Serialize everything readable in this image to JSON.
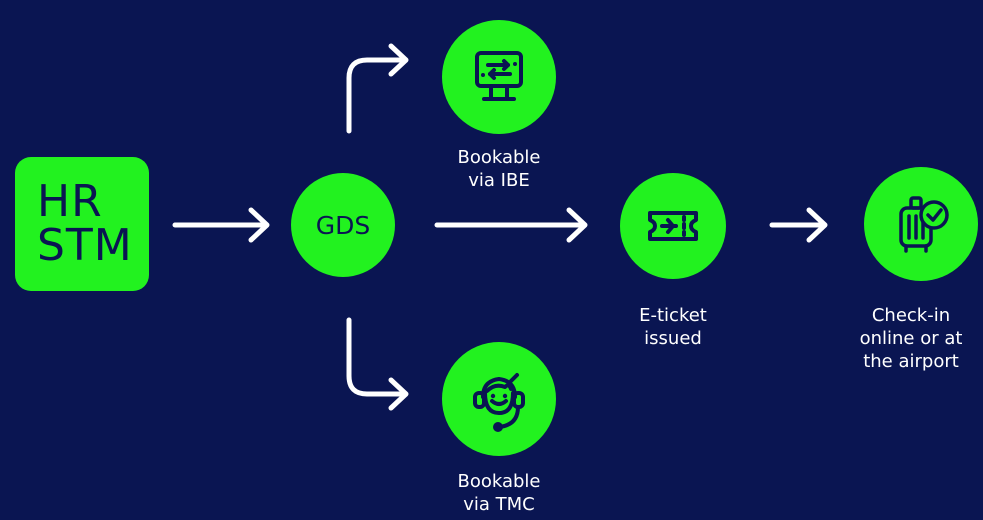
{
  "source": {
    "line1": "HR",
    "line2": "STM"
  },
  "gds": {
    "label": "GDS"
  },
  "ibe": {
    "line1": "Bookable",
    "line2": "via IBE",
    "icon": "monitor-transfer-icon"
  },
  "tmc": {
    "line1": "Bookable",
    "line2": "via TMC",
    "icon": "headset-agent-icon"
  },
  "ticket": {
    "line1": "E-ticket",
    "line2": "issued",
    "icon": "flight-ticket-icon"
  },
  "checkin": {
    "line1": "Check-in",
    "line2": "online or at",
    "line3": "the airport",
    "icon": "luggage-check-icon"
  },
  "colors": {
    "background": "#0a1552",
    "accent": "#22f21f",
    "text": "#ffffff"
  }
}
